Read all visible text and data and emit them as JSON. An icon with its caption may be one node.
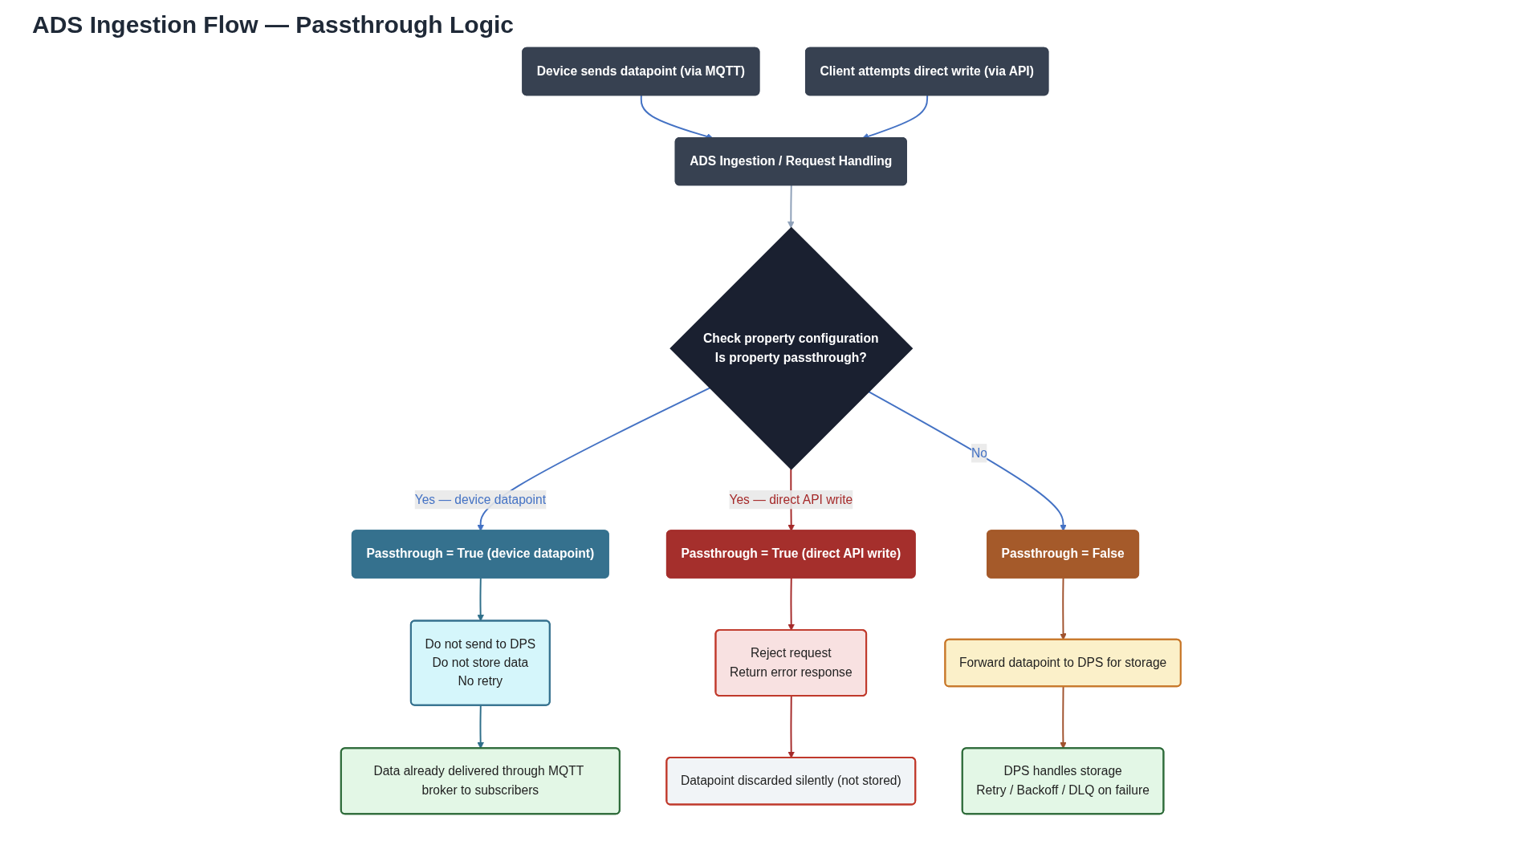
{
  "diagram": {
    "title": "ADS Ingestion Flow — Passthrough Logic",
    "nodes": [
      {
        "text": [
          "Device sends datapoint (via MQTT)"
        ]
      },
      {
        "text": [
          "Client attempts direct write (via API)"
        ]
      },
      {
        "text": [
          "ADS Ingestion / Request Handling"
        ]
      },
      {
        "text": [
          "Check property configuration",
          "Is property passthrough?"
        ]
      },
      {
        "text": [
          "Passthrough = True (device datapoint)"
        ]
      },
      {
        "text": [
          "Passthrough = True (direct API write)"
        ]
      },
      {
        "text": [
          "Passthrough = False"
        ]
      },
      {
        "text": [
          "Do not send to DPS",
          "Do not store data",
          "No retry"
        ]
      },
      {
        "text": [
          "Reject request",
          "Return error response"
        ]
      },
      {
        "text": [
          "Forward datapoint to DPS for storage"
        ]
      },
      {
        "text": [
          "Data already delivered through MQTT broker to subscribers"
        ]
      },
      {
        "text": [
          "Datapoint discarded silently (not stored)"
        ]
      },
      {
        "text": [
          "DPS handles storage",
          "Retry / Backoff / DLQ on failure"
        ]
      }
    ],
    "edges": [
      {
        "from": 0,
        "to": 2,
        "arrow": "to"
      },
      {
        "from": 1,
        "to": 2,
        "arrow": "to"
      },
      {
        "from": 2,
        "to": 3,
        "arrow": "to",
        "color": "#8ea0b8"
      },
      {
        "from": 3,
        "to": 4,
        "arrow": "to",
        "label": "Yes — device datapoint"
      },
      {
        "from": 3,
        "to": 5,
        "arrow": "to",
        "label": "Yes — direct API write",
        "color": "#a52a2a"
      },
      {
        "from": 3,
        "to": 6,
        "arrow": "to",
        "label": "No"
      },
      {
        "from": 4,
        "to": 7,
        "arrow": "to",
        "color": "#2f6f8a"
      },
      {
        "from": 7,
        "to": 10,
        "arrow": "to",
        "color": "#2f6f8a"
      },
      {
        "from": 5,
        "to": 8,
        "arrow": "to",
        "color": "#a52a2a"
      },
      {
        "from": 8,
        "to": 11,
        "arrow": "to",
        "color": "#a52a2a"
      },
      {
        "from": 6,
        "to": 9,
        "arrow": "to",
        "color": "#a0522d"
      },
      {
        "from": 9,
        "to": 12,
        "arrow": "to",
        "color": "#a0522d"
      }
    ]
  }
}
